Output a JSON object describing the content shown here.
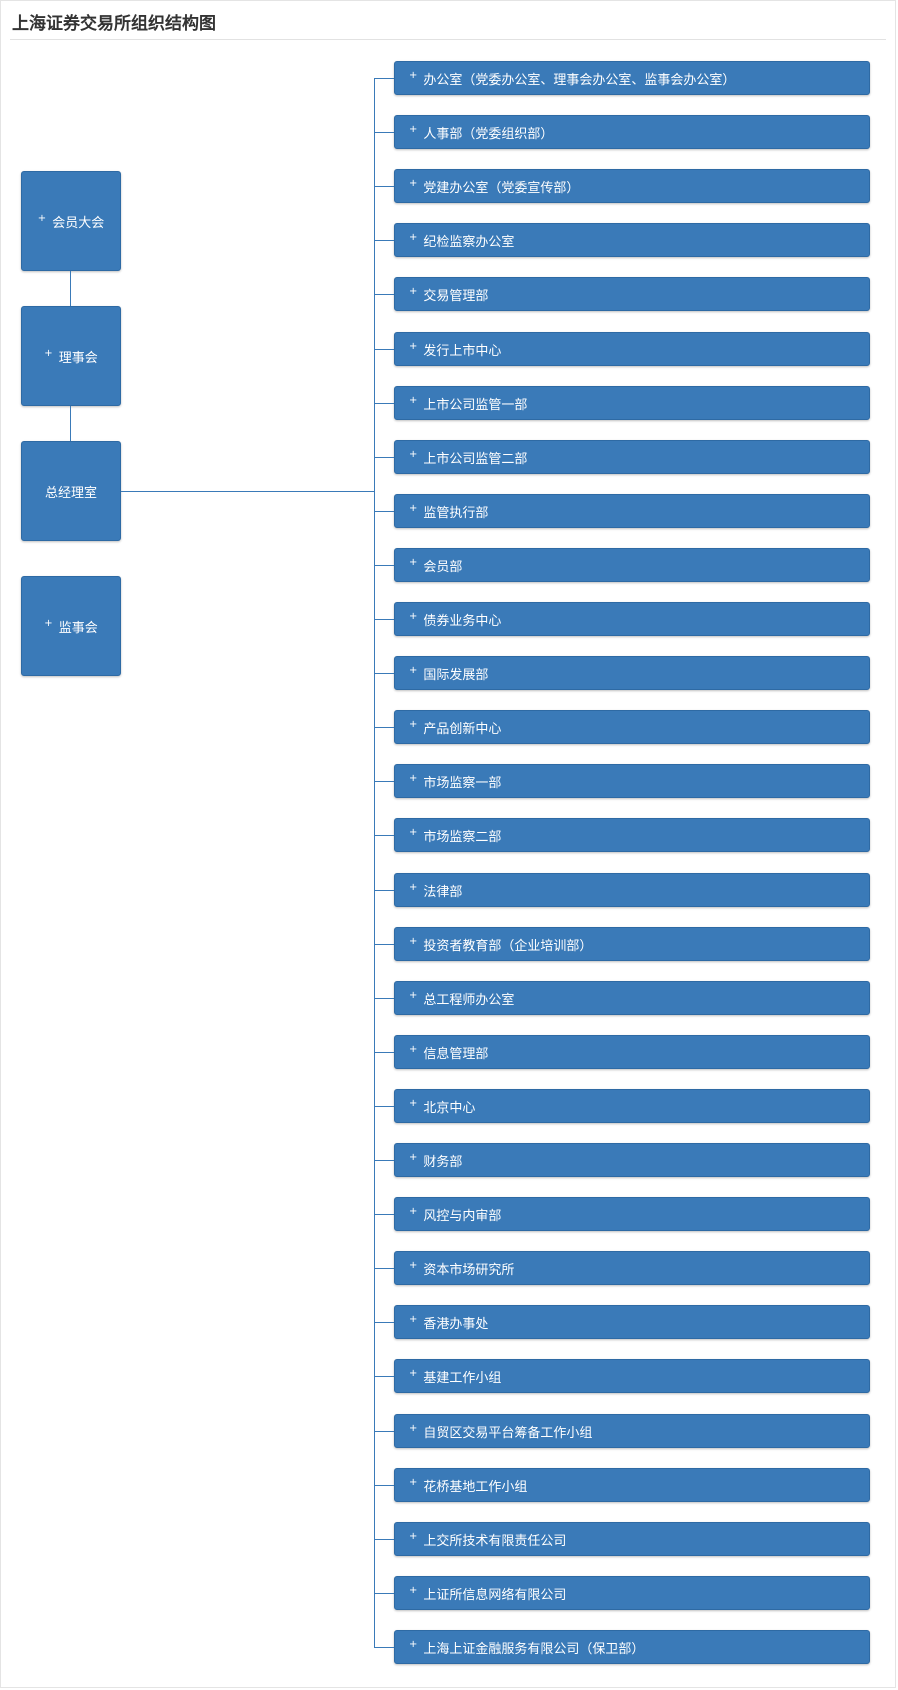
{
  "title": "上海证券交易所组织结构图",
  "left_nodes": [
    {
      "label": "会员大会",
      "expandable": true
    },
    {
      "label": "理事会",
      "expandable": true
    },
    {
      "label": "总经理室",
      "expandable": false
    },
    {
      "label": "监事会",
      "expandable": true
    }
  ],
  "departments": [
    "办公室（党委办公室、理事会办公室、监事会办公室）",
    "人事部（党委组织部）",
    "党建办公室（党委宣传部）",
    "纪检监察办公室",
    "交易管理部",
    "发行上市中心",
    "上市公司监管一部",
    "上市公司监管二部",
    "监管执行部",
    "会员部",
    "债券业务中心",
    "国际发展部",
    "产品创新中心",
    "市场监察一部",
    "市场监察二部",
    "法律部",
    "投资者教育部（企业培训部）",
    "总工程师办公室",
    "信息管理部",
    "北京中心",
    "财务部",
    "风控与内审部",
    "资本市场研究所",
    "香港办事处",
    "基建工作小组",
    "自贸区交易平台筹备工作小组",
    "花桥基地工作小组",
    "上交所技术有限责任公司",
    "上证所信息网络有限公司",
    "上海上证金融服务有限公司（保卫部）"
  ],
  "expand_glyph": "+",
  "colors": {
    "node": "#3a7ab8",
    "line": "#3a7ab8",
    "title": "#333333"
  }
}
